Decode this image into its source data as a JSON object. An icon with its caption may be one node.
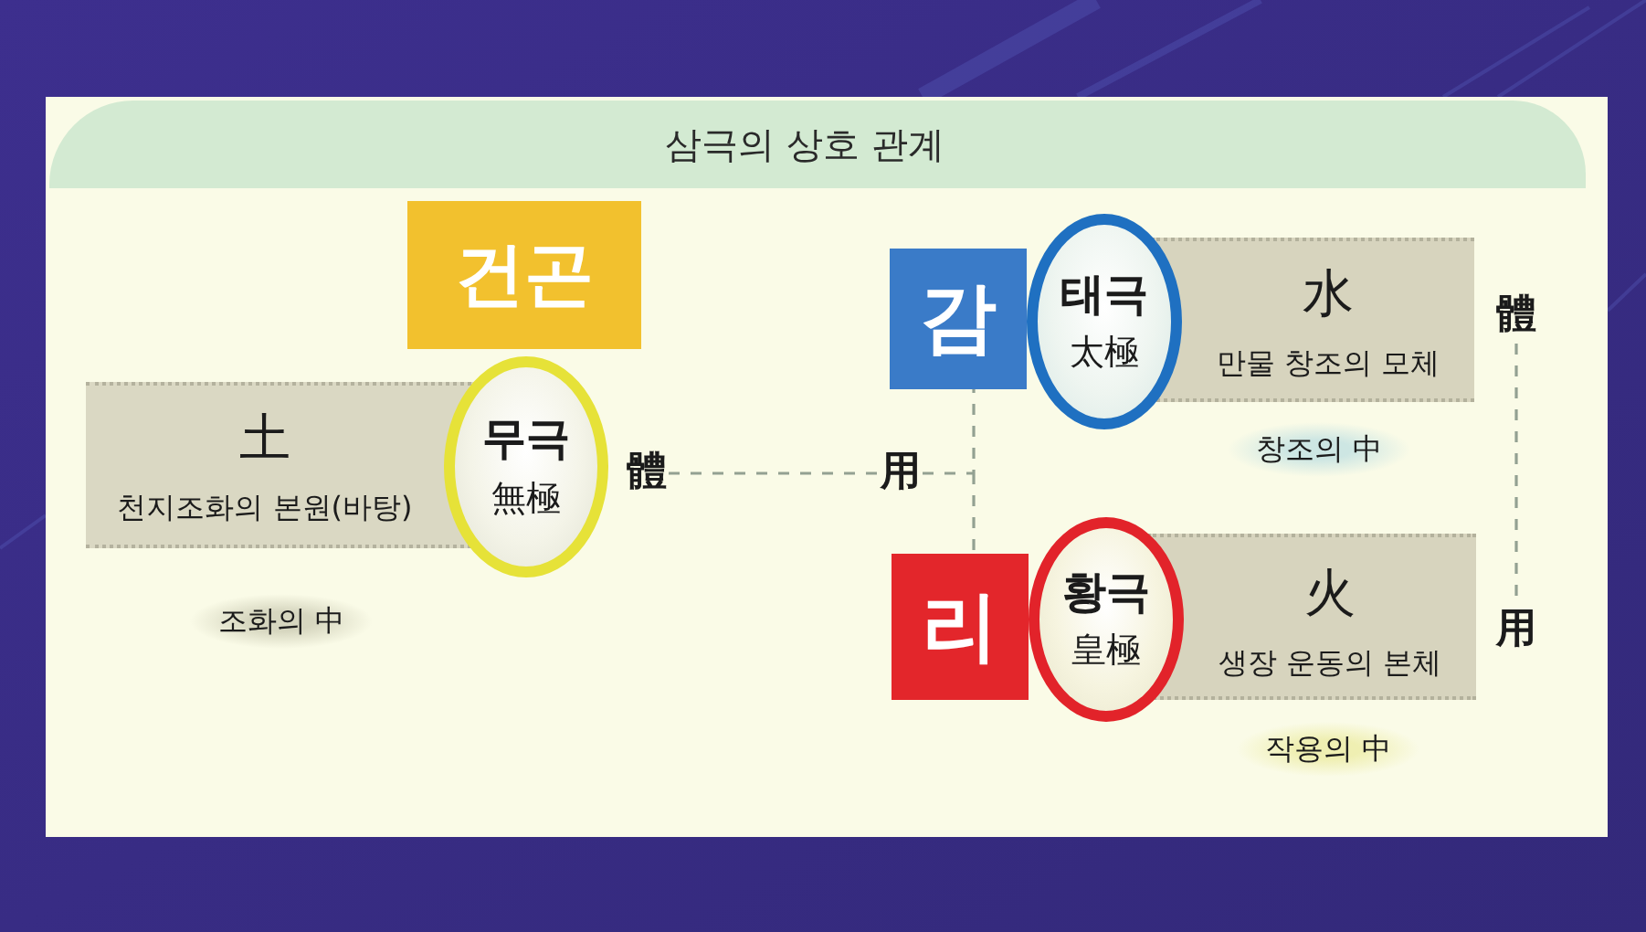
{
  "diagram": {
    "title": "삼극의 상호 관계",
    "nodes": [
      {
        "text": [
          "건곤"
        ]
      },
      {
        "text": [
          "土",
          "천지조화의 본원(바탕)"
        ],
        "beside": [
          "조화의 中"
        ]
      },
      {
        "text": [
          "무극",
          "無極"
        ]
      },
      {
        "text": [
          "體"
        ]
      },
      {
        "text": [
          "用"
        ]
      },
      {
        "text": [
          "감"
        ]
      },
      {
        "text": [
          "태극",
          "太極"
        ]
      },
      {
        "text": [
          "水",
          "만물 창조의 모체"
        ],
        "beside": [
          "창조의 中"
        ]
      },
      {
        "text": [
          "體"
        ]
      },
      {
        "text": [
          "리"
        ]
      },
      {
        "text": [
          "황극",
          "皇極"
        ]
      },
      {
        "text": [
          "火",
          "생장 운동의 본체"
        ],
        "beside": [
          "작용의 中"
        ]
      },
      {
        "text": [
          "用"
        ]
      }
    ],
    "edges": [
      {
        "from": 3,
        "to": 4,
        "arrow": "none",
        "style": "dashed"
      },
      {
        "from": 4,
        "to": 5,
        "arrow": "none",
        "style": "dashed"
      },
      {
        "from": 4,
        "to": 9,
        "arrow": "none",
        "style": "dashed"
      },
      {
        "from": 8,
        "to": 12,
        "arrow": "none",
        "style": "dashed"
      }
    ]
  }
}
